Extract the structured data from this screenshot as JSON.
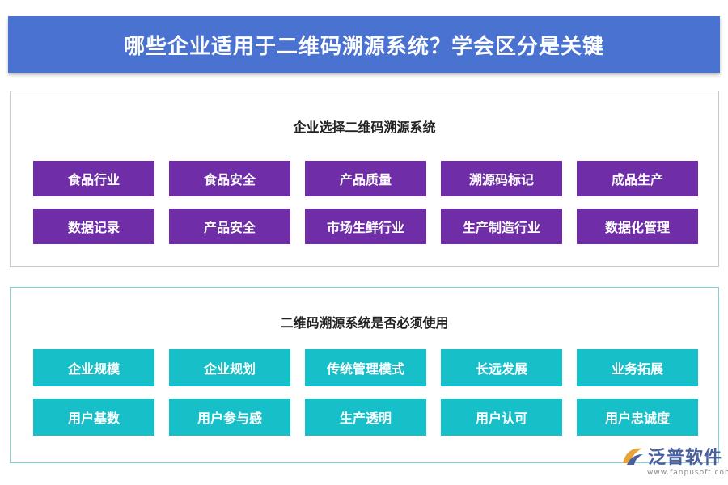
{
  "header": {
    "title": "哪些企业适用于二维码溯源系统？学会区分是关键"
  },
  "section_1": {
    "title": "企业选择二维码溯源系统",
    "items": [
      "食品行业",
      "食品安全",
      "产品质量",
      "溯源码标记",
      "成品生产",
      "数据记录",
      "产品安全",
      "市场生鲜行业",
      "生产制造行业",
      "数据化管理"
    ]
  },
  "section_2": {
    "title": "二维码溯源系统是否必须使用",
    "items": [
      "企业规模",
      "企业规划",
      "传统管理模式",
      "长远发展",
      "业务拓展",
      "用户基数",
      "用户参与感",
      "生产透明",
      "用户认可",
      "用户忠诚度"
    ]
  },
  "logo": {
    "name": "泛普软件",
    "url": "www.fanpusoft.com"
  },
  "colors": {
    "banner": "#4a72d0",
    "purple": "#6f2da8",
    "teal": "#17c0c8",
    "logo": "#4a5f9e"
  }
}
